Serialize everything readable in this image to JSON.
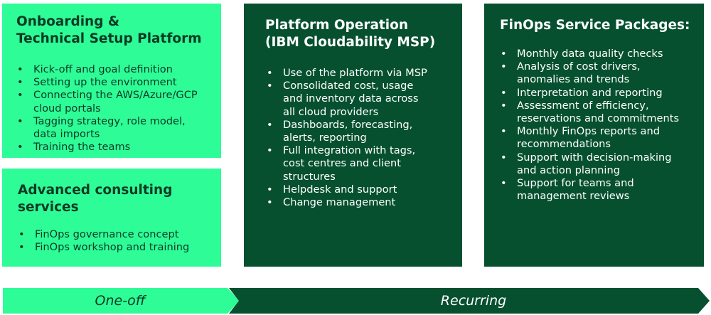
{
  "colors": {
    "light_green": "#2efc97",
    "dark_green": "#06502f",
    "text_dark": "#0b3a24"
  },
  "onboarding": {
    "title": [
      "Onboarding &",
      "Technical Setup Platform"
    ],
    "items": [
      [
        "Kick-off and goal definition"
      ],
      [
        "Setting up the environment"
      ],
      [
        "Connecting the AWS/Azure/GCP",
        "cloud portals"
      ],
      [
        "Tagging strategy, role model,",
        "data imports"
      ],
      [
        "Training the teams"
      ]
    ]
  },
  "consulting": {
    "title": [
      "Advanced consulting",
      "services"
    ],
    "items": [
      [
        "FinOps governance concept"
      ],
      [
        "FinOps workshop and training"
      ]
    ]
  },
  "platform": {
    "title": [
      "Platform Operation",
      "(IBM Cloudability MSP)"
    ],
    "items": [
      [
        "Use of the platform via MSP"
      ],
      [
        "Consolidated cost, usage",
        "and inventory data across",
        "all cloud providers"
      ],
      [
        "Dashboards, forecasting,",
        "alerts, reporting"
      ],
      [
        "Full integration with tags,",
        "cost centres and client",
        "structures"
      ],
      [
        "Helpdesk and support"
      ],
      [
        "Change management"
      ]
    ]
  },
  "finops": {
    "title": [
      "FinOps Service Packages:"
    ],
    "items": [
      [
        "Monthly data quality checks"
      ],
      [
        "Analysis of cost drivers,",
        "anomalies and trends"
      ],
      [
        "Interpretation and reporting"
      ],
      [
        "Assessment of efficiency,",
        "reservations and commitments"
      ],
      [
        "Monthly FinOps reports and",
        "recommendations"
      ],
      [
        "Support with decision-making",
        "and action planning"
      ],
      [
        "Support for teams and",
        "management reviews"
      ]
    ]
  },
  "timeline": {
    "one_off": "One-off",
    "recurring": "Recurring"
  }
}
